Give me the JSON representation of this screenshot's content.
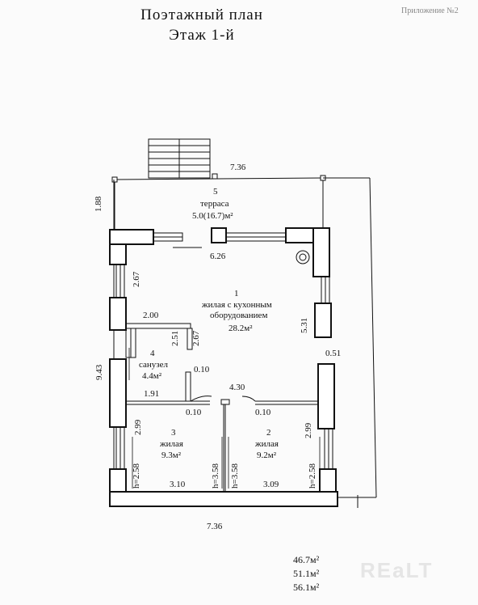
{
  "header": {
    "title": "Поэтажный план",
    "subtitle": "Этаж 1-й",
    "appendix": "Приложение №2"
  },
  "rooms": {
    "terrace": {
      "number": "5",
      "name": "терраса",
      "area": "5.0(16.7)м²"
    },
    "living_kitchen": {
      "number": "1",
      "name_line1": "жилая с кухонным",
      "name_line2": "оборудованием",
      "area": "28.2м²"
    },
    "bathroom": {
      "number": "4",
      "name": "санузел",
      "area": "4.4м²"
    },
    "room3": {
      "number": "3",
      "name": "жилая",
      "area": "9.3м²"
    },
    "room2": {
      "number": "2",
      "name": "жилая",
      "area": "9.2м²"
    }
  },
  "dimensions": {
    "top_width": "7.36",
    "bottom_width": "7.36",
    "terrace_depth": "1.88",
    "total_height": "9.43",
    "hall_width": "6.26",
    "left_wall_upper": "2.67",
    "bath_width": "2.00",
    "bath_h1": "2.51",
    "bath_h2": "2.67",
    "right_wall_living": "5.31",
    "right_offset": "0.51",
    "partition_left": "0.10",
    "partition_mid_left": "0.10",
    "partition_mid_right": "0.10",
    "corridor": "4.30",
    "bath_bottom": "1.91",
    "room3_depth": "2.99",
    "room2_depth": "2.99",
    "room3_width": "3.10",
    "room2_width": "3.09",
    "h_room3_left": "h=2.58",
    "h_room3_right": "h=3.58",
    "h_room2_left": "h=3.58",
    "h_room2_right": "h=2.58"
  },
  "totals": {
    "line1": "46.7м²",
    "line2": "51.1м²",
    "line3": "56.1м²"
  },
  "watermark": "REaLT"
}
